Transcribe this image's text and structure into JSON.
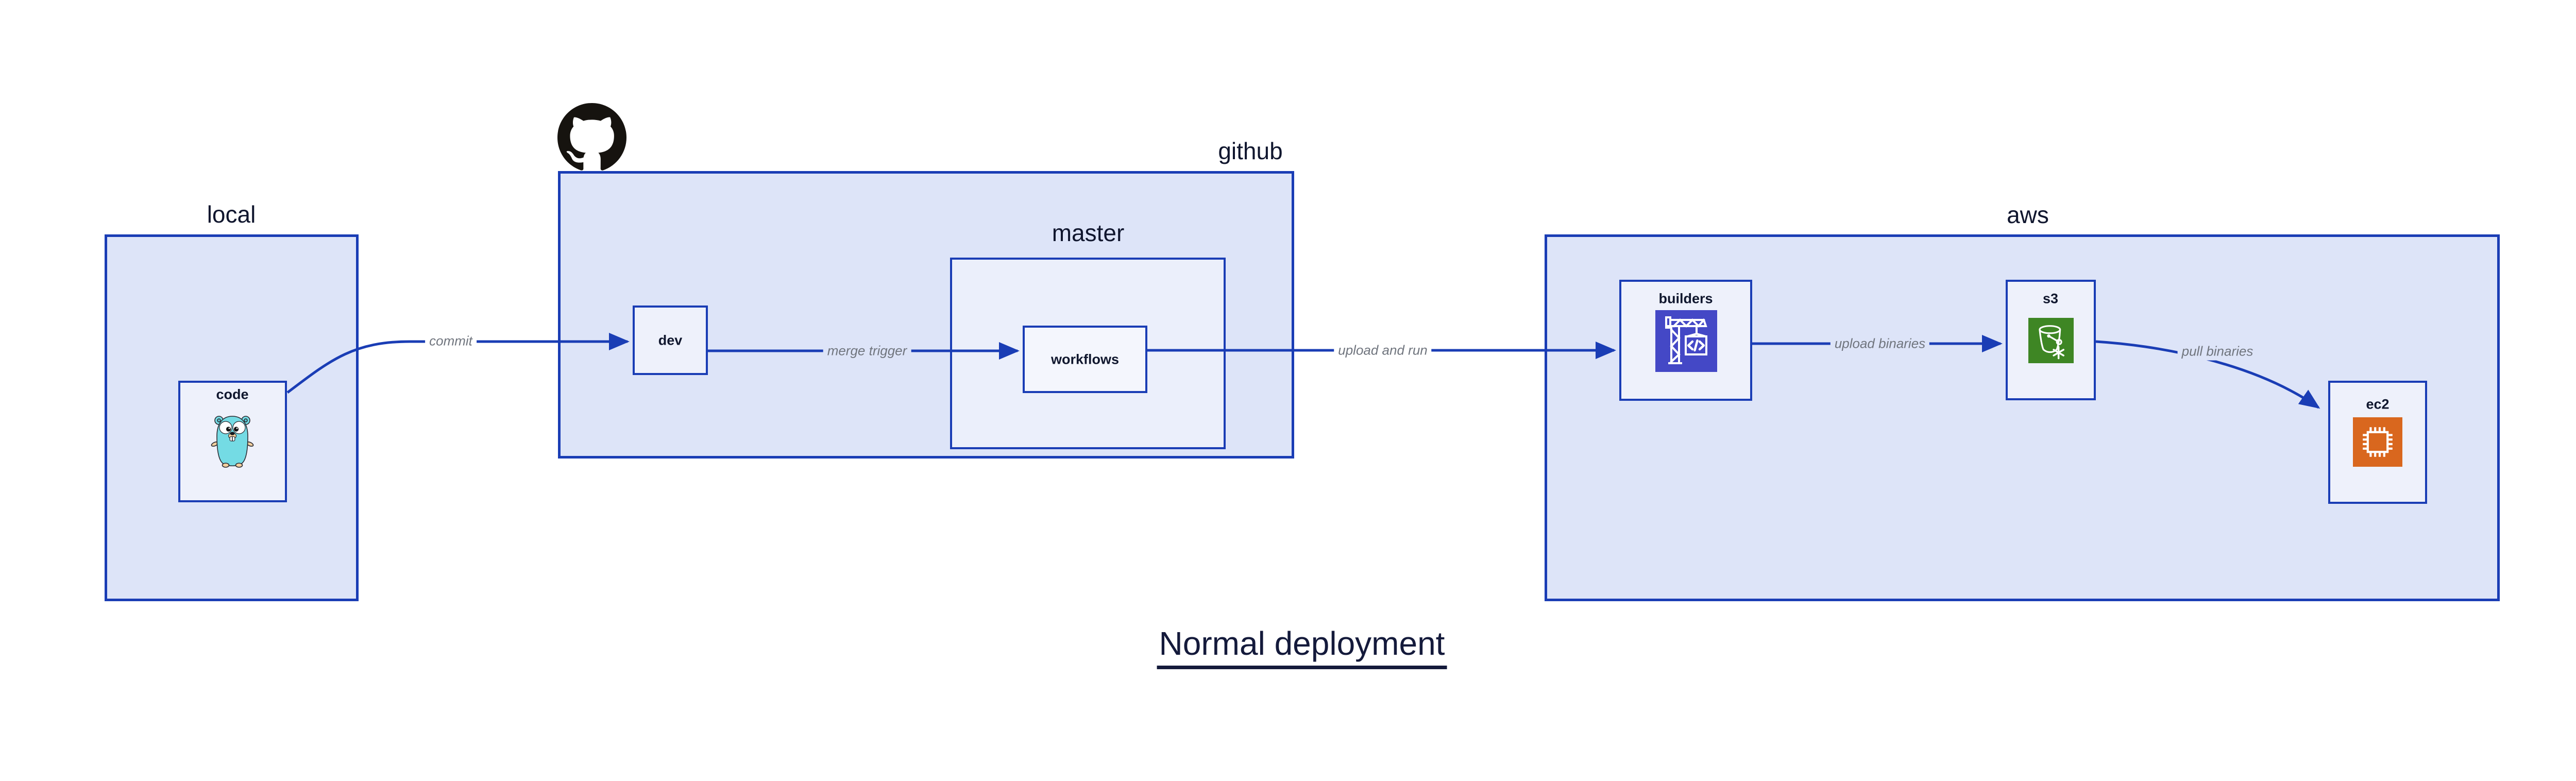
{
  "title": {
    "text": "Normal deployment"
  },
  "groups": {
    "local": {
      "label": "local"
    },
    "github": {
      "label": "github"
    },
    "master": {
      "label": "master"
    },
    "aws": {
      "label": "aws"
    }
  },
  "nodes": {
    "code": {
      "label": "code",
      "icon": "go-gopher-icon"
    },
    "dev": {
      "label": "dev"
    },
    "workflows": {
      "label": "workflows"
    },
    "builders": {
      "label": "builders",
      "icon": "codebuild-crane-icon"
    },
    "s3": {
      "label": "s3",
      "icon": "s3-glacier-bucket-icon"
    },
    "ec2": {
      "label": "ec2",
      "icon": "ec2-chip-icon"
    }
  },
  "edges": {
    "commit": {
      "label": "commit",
      "from": "code",
      "to": "dev"
    },
    "merge_trigger": {
      "label": "merge trigger",
      "from": "dev",
      "to": "workflows"
    },
    "upload_and_run": {
      "label": "upload and run",
      "from": "workflows",
      "to": "builders"
    },
    "upload_binaries": {
      "label": "upload binaries",
      "from": "builders",
      "to": "s3"
    },
    "pull_binaries": {
      "label": "pull binaries",
      "from": "s3",
      "to": "ec2"
    }
  },
  "logos": {
    "github_mark": "github-octocat-logo"
  },
  "colors": {
    "arrow_blue": "#1a3db5",
    "group_fill": "#dde4f8",
    "node_fill": "#eef1fb",
    "label_navy": "#10162e",
    "edge_label_gray": "#70757e",
    "codebuild_indigo": "#4448c6",
    "s3_green": "#3e8624",
    "ec2_orange": "#d9671e",
    "gopher_teal": "#74dbe4",
    "github_black": "#16130f"
  }
}
